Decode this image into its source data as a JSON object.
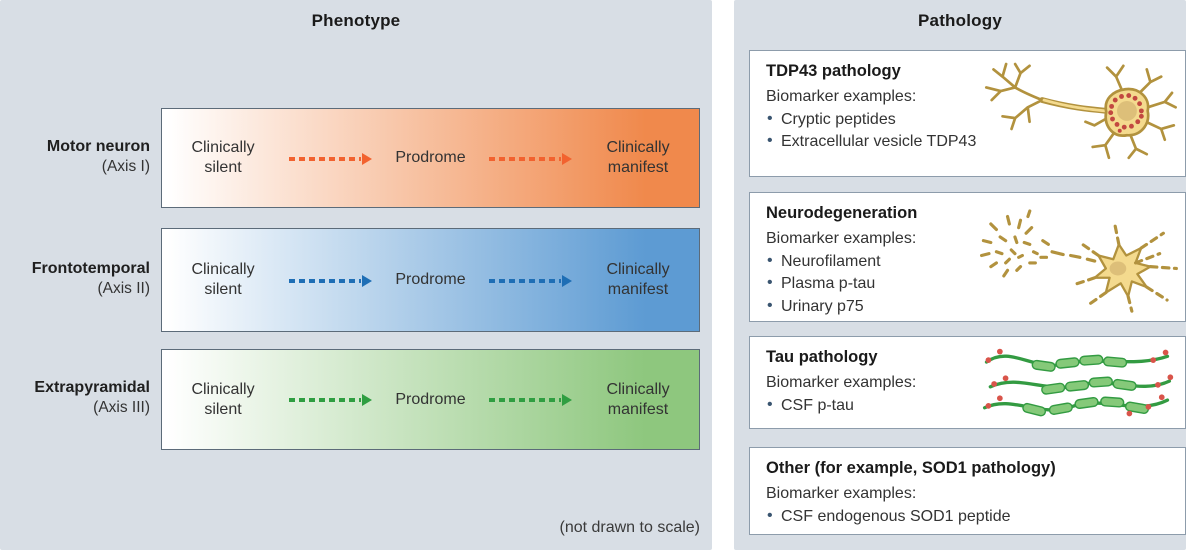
{
  "colors": {
    "panel_bg": "#d8dee5",
    "band_border": "#5c6b79",
    "box_border": "#8d9cab",
    "text": "#333333",
    "bullet": "#3a5570",
    "accent_orange": "#f0894c",
    "arrow_orange": "#f2622f",
    "accent_blue": "#5d9bd3",
    "arrow_blue": "#1e6eb5",
    "accent_green": "#8ec77e",
    "arrow_green": "#2f9e41",
    "neuron_gold": "#b2923e",
    "neuron_fill": "#f4da8e",
    "neuron_nucleus": "#ddbf79",
    "aggregate_red": "#c24840",
    "tau_green": "#339b42",
    "tau_capsule": "#85c979",
    "tau_dot_red": "#d9544a"
  },
  "phenotype_panel": {
    "title": "Phenotype",
    "rows": [
      {
        "label": "Motor neuron",
        "axis": "(Axis I)"
      },
      {
        "label": "Frontotemporal",
        "axis": "(Axis II)"
      },
      {
        "label": "Extrapyramidal",
        "axis": "(Axis III)"
      }
    ],
    "stages": {
      "silent": "Clinically silent",
      "prodrome": "Prodrome",
      "manifest": "Clinically manifest"
    },
    "footnote": "(not drawn to scale)"
  },
  "pathology_panel": {
    "title": "Pathology",
    "boxes": [
      {
        "title": "TDP43 pathology",
        "examples_label": "Biomarker examples:",
        "bullets": [
          "Cryptic peptides",
          "Extracellular vesicle TDP43"
        ],
        "illustration": "neuron-with-tdp43-aggregates-icon"
      },
      {
        "title": "Neurodegeneration",
        "examples_label": "Biomarker examples:",
        "bullets": [
          "Neurofilament",
          "Plasma p-tau",
          "Urinary p75"
        ],
        "illustration": "degenerating-neuron-icon"
      },
      {
        "title": "Tau pathology",
        "examples_label": "Biomarker examples:",
        "bullets": [
          "CSF p-tau"
        ],
        "illustration": "tau-filaments-icon"
      },
      {
        "title": "Other (for example, SOD1 pathology)",
        "examples_label": "Biomarker examples:",
        "bullets": [
          "CSF endogenous SOD1 peptide"
        ],
        "illustration": null
      }
    ]
  }
}
